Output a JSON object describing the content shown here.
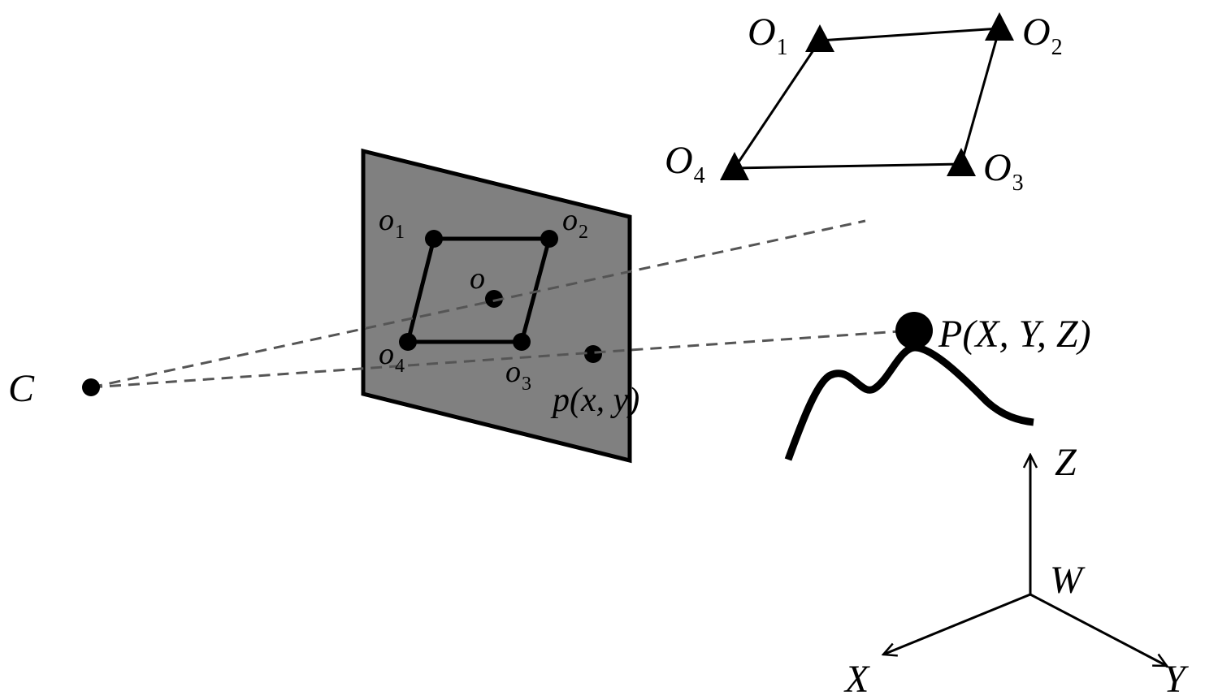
{
  "camera": {
    "label": "C"
  },
  "image_plane": {
    "fill": "#808080",
    "center_label": "o",
    "point_label": "p(x, y)",
    "corners": [
      {
        "letter": "o",
        "sub": "1"
      },
      {
        "letter": "o",
        "sub": "2"
      },
      {
        "letter": "o",
        "sub": "3"
      },
      {
        "letter": "o",
        "sub": "4"
      }
    ]
  },
  "world_markers": [
    {
      "letter": "O",
      "sub": "1"
    },
    {
      "letter": "O",
      "sub": "2"
    },
    {
      "letter": "O",
      "sub": "3"
    },
    {
      "letter": "O",
      "sub": "4"
    }
  ],
  "world_point": {
    "label": "P(X, Y, Z)"
  },
  "axes": {
    "origin": "W",
    "x": "X",
    "y": "Y",
    "z": "Z"
  }
}
